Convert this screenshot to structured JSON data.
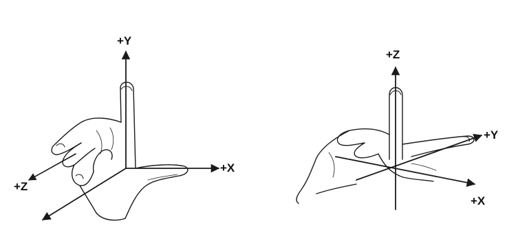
{
  "left_panel": {
    "labels": {
      "y": "+Y",
      "x": "+X",
      "z": "+Z"
    }
  },
  "right_panel": {
    "labels": {
      "z": "+Z",
      "y": "+Y",
      "x": "+X"
    }
  },
  "colors": {
    "ink": "#1a1a1a",
    "paper": "#ffffff"
  }
}
